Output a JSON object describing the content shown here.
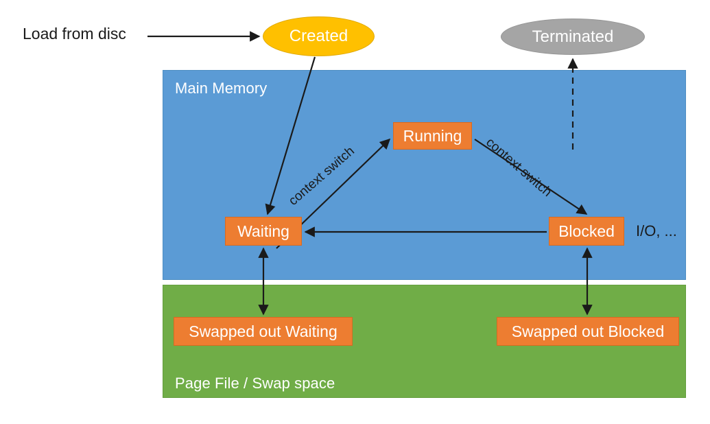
{
  "diagram": {
    "title": "Process state diagram with swapping",
    "regions": [
      {
        "id": "main-memory",
        "label": "Main Memory",
        "color": "#5b9bd5",
        "text_color": "#ffffff"
      },
      {
        "id": "swap",
        "label": "Page File / Swap space",
        "color": "#70ad47",
        "text_color": "#ffffff"
      }
    ],
    "nodes": [
      {
        "id": "created",
        "label": "Created",
        "shape": "ellipse",
        "color": "#ffc000",
        "text_color": "#ffffff"
      },
      {
        "id": "terminated",
        "label": "Terminated",
        "shape": "ellipse",
        "color": "#a5a5a5",
        "text_color": "#ffffff"
      },
      {
        "id": "running",
        "label": "Running",
        "shape": "rect",
        "color": "#ed7d31",
        "text_color": "#ffffff"
      },
      {
        "id": "waiting",
        "label": "Waiting",
        "shape": "rect",
        "color": "#ed7d31",
        "text_color": "#ffffff"
      },
      {
        "id": "blocked",
        "label": "Blocked",
        "shape": "rect",
        "color": "#ed7d31",
        "text_color": "#ffffff"
      },
      {
        "id": "swapped-out-waiting",
        "label": "Swapped out Waiting",
        "shape": "rect",
        "color": "#ed7d31",
        "text_color": "#ffffff"
      },
      {
        "id": "swapped-out-blocked",
        "label": "Swapped out Blocked",
        "shape": "rect",
        "color": "#ed7d31",
        "text_color": "#ffffff"
      }
    ],
    "labels": {
      "load_from_disc": "Load from disc",
      "context_switch_left": "context switch",
      "context_switch_right": "context switch",
      "io": "I/O, ..."
    },
    "edges": [
      {
        "id": "load-to-created",
        "from": "Load from disc",
        "to": "created",
        "style": "solid",
        "arrow": "single"
      },
      {
        "id": "created-to-waiting",
        "from": "created",
        "to": "waiting",
        "style": "solid",
        "arrow": "single"
      },
      {
        "id": "waiting-to-running",
        "from": "waiting",
        "to": "running",
        "style": "solid",
        "arrow": "single",
        "label": "context switch"
      },
      {
        "id": "running-to-blocked",
        "from": "running",
        "to": "blocked",
        "style": "solid",
        "arrow": "single",
        "label": "context switch"
      },
      {
        "id": "blocked-to-waiting",
        "from": "blocked",
        "to": "waiting",
        "style": "solid",
        "arrow": "single"
      },
      {
        "id": "running-to-terminated",
        "from": "running",
        "to": "terminated",
        "style": "dashed",
        "arrow": "single"
      },
      {
        "id": "waiting-swap",
        "from": "waiting",
        "to": "swapped-out-waiting",
        "style": "solid",
        "arrow": "double"
      },
      {
        "id": "blocked-swap",
        "from": "blocked",
        "to": "swapped-out-blocked",
        "style": "solid",
        "arrow": "double"
      }
    ]
  }
}
